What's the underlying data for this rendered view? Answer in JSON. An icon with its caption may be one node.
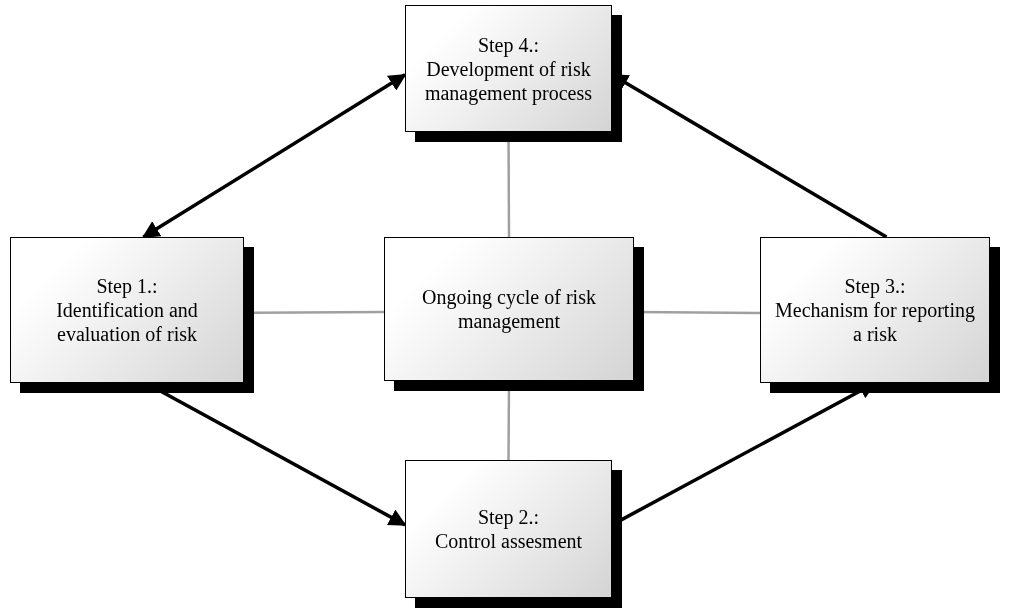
{
  "diagram": {
    "nodes": [
      {
        "text": [
          "Step 4.:",
          "Development of risk management process"
        ]
      },
      {
        "text": [
          "Step 1.:",
          "Identification and evaluation of risk"
        ]
      },
      {
        "text": [
          "Ongoing cycle of risk management"
        ]
      },
      {
        "text": [
          "Step 3.:",
          "Mechanism for reporting a risk"
        ]
      },
      {
        "text": [
          "Step 2.:",
          "Control assesment"
        ]
      }
    ],
    "edges": [
      {
        "from": 1,
        "to": 0,
        "arrow": "both"
      },
      {
        "from": 1,
        "to": 4,
        "arrow": "to"
      },
      {
        "from": 4,
        "to": 3,
        "arrow": "to"
      },
      {
        "from": 3,
        "to": 0,
        "arrow": "to"
      },
      {
        "from": 2,
        "to": 0,
        "arrow": "none",
        "color": "#a0a0a0"
      },
      {
        "from": 2,
        "to": 1,
        "arrow": "none",
        "color": "#a0a0a0"
      },
      {
        "from": 2,
        "to": 3,
        "arrow": "none",
        "color": "#a0a0a0"
      },
      {
        "from": 2,
        "to": 4,
        "arrow": "none",
        "color": "#a0a0a0"
      }
    ]
  }
}
